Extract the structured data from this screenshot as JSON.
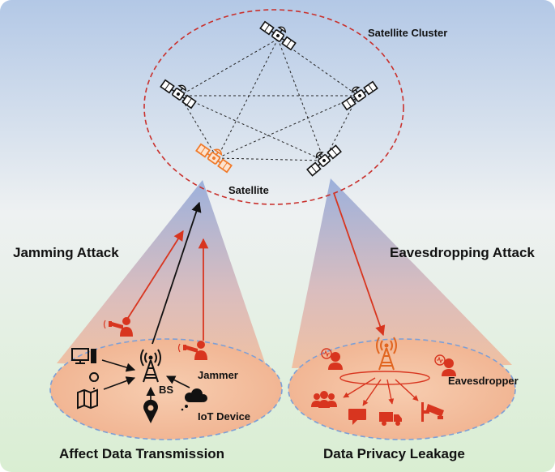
{
  "labels": {
    "satellite_cluster": "Satellite Cluster",
    "satellite": "Satellite",
    "jamming_attack": "Jamming Attack",
    "eavesdropping_attack": "Eavesdropping Attack",
    "bs": "BS",
    "jammer": "Jammer",
    "iot_device": "IoT Device",
    "eavesdropper": "Eavesdropper",
    "affect_data_transmission": "Affect Data Transmission",
    "data_privacy_leakage": "Data Privacy Leakage"
  },
  "colors": {
    "attack_red": "#d8351f",
    "highlight_orange": "#f07a2a",
    "ellipse_red": "#c9302c",
    "ellipse_blue": "#7d9fd6",
    "sky_blue": "#b6cbe6",
    "ground_green": "#dcefd6",
    "ground_fill": "#f5c19c",
    "beam_blue": "#8fa8d8"
  },
  "icons": [
    "satellite-icon",
    "base-station-icon",
    "jammer-icon",
    "monitor-icon",
    "map-icon",
    "location-pin-icon",
    "cloud-icon",
    "eavesdropper-icon",
    "group-icon",
    "message-icon",
    "truck-icon",
    "camera-icon"
  ]
}
